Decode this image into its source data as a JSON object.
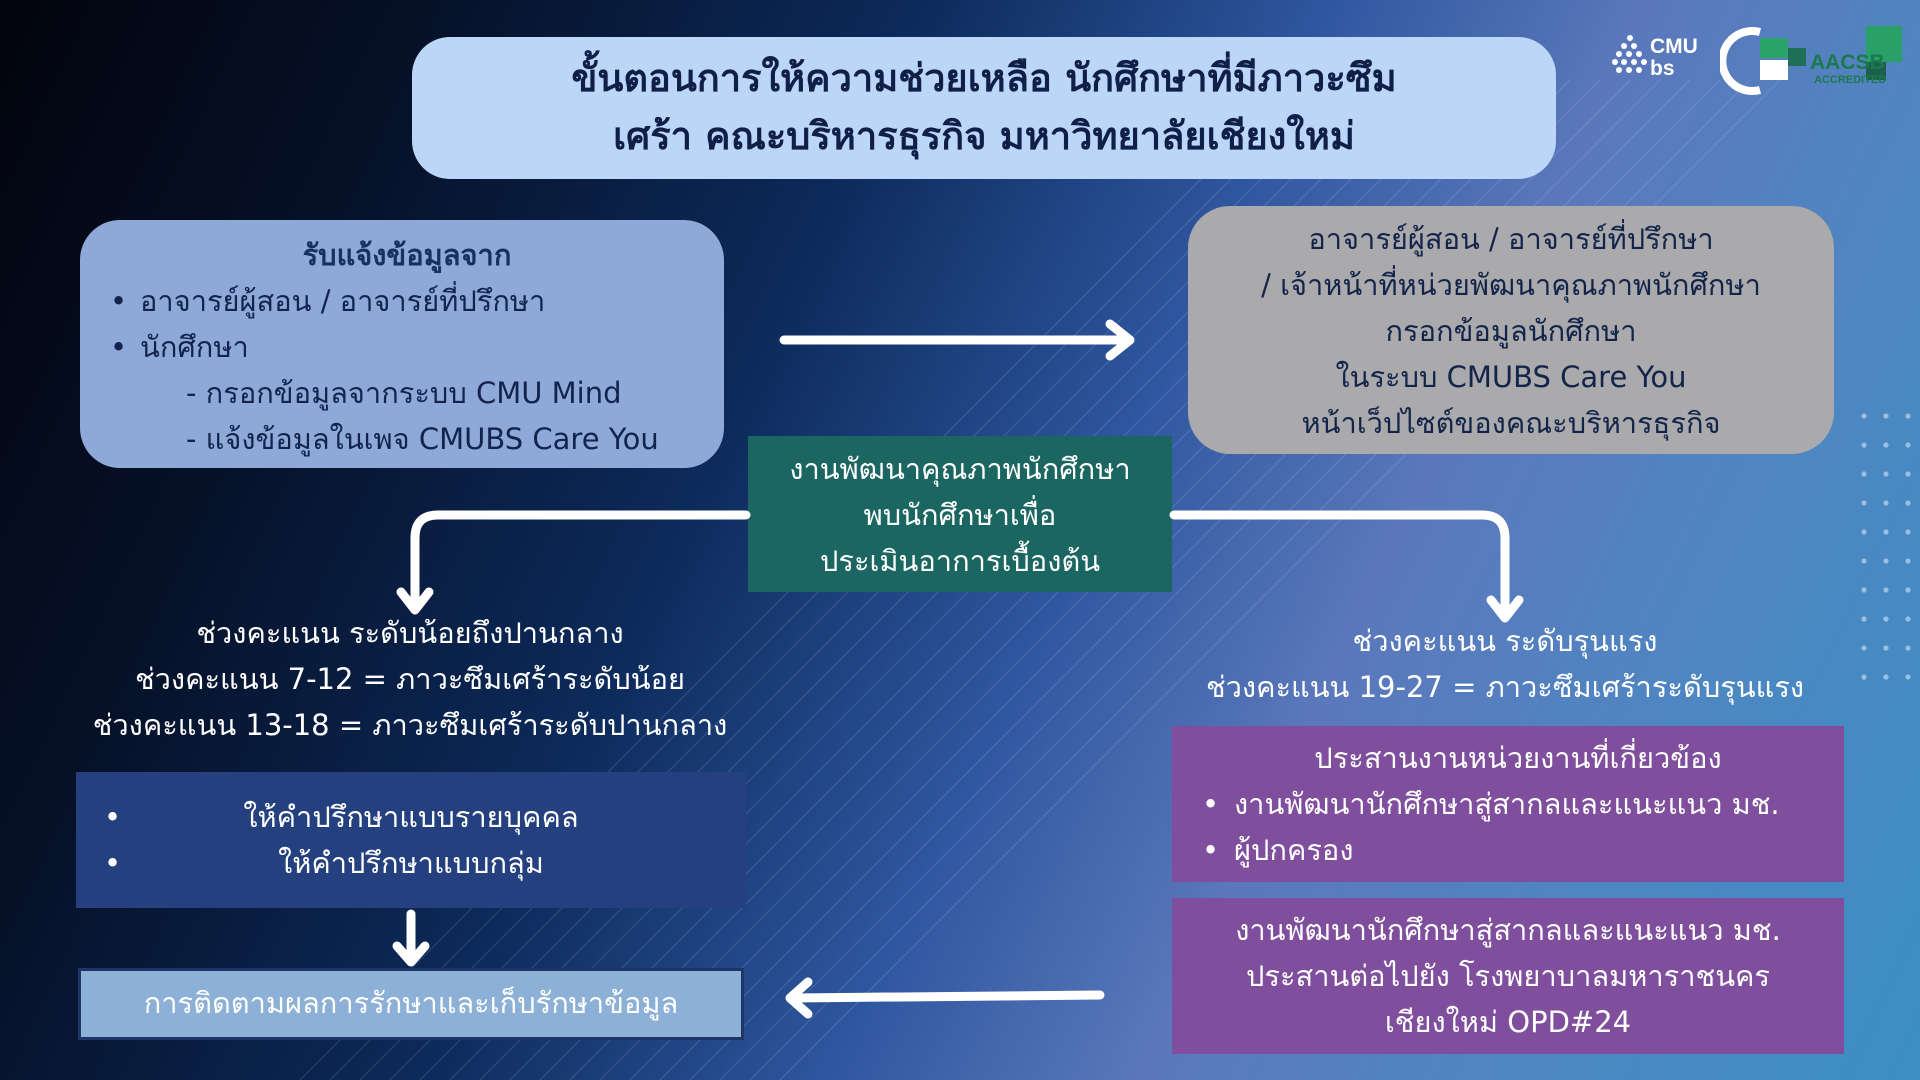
{
  "title": {
    "line1": "ขั้นตอนการให้ความช่วยเหลือ นักศึกษาที่มีภาวะซึม",
    "line2": "เศร้า คณะบริหารธุรกิจ มหาวิทยาลัยเชียงใหม่"
  },
  "logos": {
    "cmubs_text": "CMU bs",
    "aacsb_text": "AACSB",
    "aacsb_sub": "ACCREDITED"
  },
  "intake": {
    "heading": "รับแจ้งข้อมูลจาก",
    "bullets": [
      "อาจารย์ผู้สอน / อาจารย์ที่ปรึกษา",
      "นักศึกษา"
    ],
    "sub_items": [
      "- กรอกข้อมูลจากระบบ CMU Mind",
      "- แจ้งข้อมูลในเพจ CMUBS Care You"
    ]
  },
  "input_box": {
    "lines": [
      "อาจารย์ผู้สอน / อาจารย์ที่ปรึกษา",
      "/ เจ้าหน้าที่หน่วยพัฒนาคุณภาพนักศึกษา",
      "กรอกข้อมูลนักศึกษา",
      "ในระบบ CMUBS Care You",
      "หน้าเว็ปไซต์ของคณะบริหารธุรกิจ"
    ]
  },
  "center_box": {
    "lines": [
      "งานพัฒนาคุณภาพนักศึกษา",
      "พบนักศึกษาเพื่อ",
      "ประเมินอาการเบื้องต้น"
    ]
  },
  "mild": {
    "lines": [
      "ช่วงคะแนน ระดับน้อยถึงปานกลาง",
      "ช่วงคะแนน 7-12 = ภาวะซึมเศร้าระดับน้อย",
      "ช่วงคะแนน 13-18 = ภาวะซึมเศร้าระดับปานกลาง"
    ]
  },
  "severe": {
    "lines": [
      "ช่วงคะแนน ระดับรุนแรง",
      "ช่วงคะแนน 19-27 = ภาวะซึมเศร้าระดับรุนแรง"
    ]
  },
  "counseling": {
    "bullet_symbol": "•",
    "items": [
      "ให้คำปรึกษาแบบรายบุคคล",
      "ให้คำปรึกษาแบบกลุ่ม"
    ]
  },
  "followup": {
    "label": "การติดตามผลการรักษาและเก็บรักษาข้อมูล"
  },
  "coordination": {
    "heading": "ประสานงานหน่วยงานที่เกี่ยวข้อง",
    "bullets": [
      "งานพัฒนานักศึกษาสู่สากลและแนะแนว มช.",
      "ผู้ปกครอง"
    ]
  },
  "referral": {
    "lines": [
      "งานพัฒนานักศึกษาสู่สากลและแนะแนว มช.",
      "ประสานต่อไปยัง โรงพยาบาลมหาราชนคร",
      "เชียงใหม่ OPD#24"
    ]
  },
  "colors": {
    "title_bg": "#bcd6f8",
    "intake_bg": "#8ea9d8",
    "input_bg": "#aaa9ab",
    "center_bg": "#1b6661",
    "counsel_bg": "#24407f",
    "followup_bg": "#8db0d6",
    "purple_bg": "#7f4f9d",
    "arrow": "#ffffff"
  }
}
